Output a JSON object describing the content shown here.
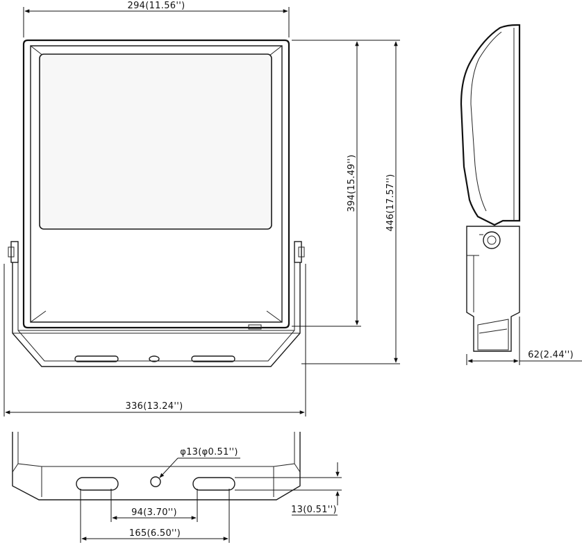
{
  "dimensions": {
    "front_width": "294(11.56'')",
    "front_panel_height": "394(15.49'')",
    "front_total_height": "446(17.57'')",
    "bracket_width": "336(13.24'')",
    "side_depth": "62(2.44'')",
    "hole_diameter": "φ13(φ0.51'')",
    "slot_inner_spacing": "94(3.70'')",
    "slot_outer_spacing": "165(6.50'')",
    "slot_width": "13(0.51'')"
  }
}
